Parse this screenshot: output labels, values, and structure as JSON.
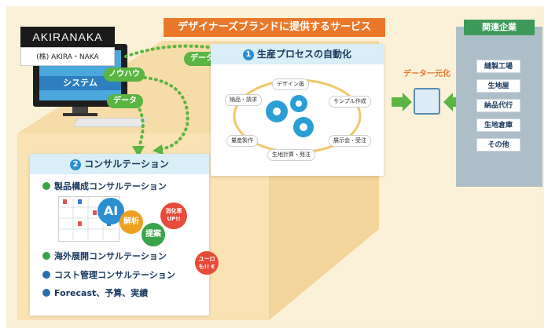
{
  "banner": "デザイナーズブランドに提供するサービス",
  "brand": {
    "name": "AKIRANAKA",
    "company": "(株) AKIRA・NAKA",
    "system": "システム"
  },
  "labels": {
    "data_top": "データ",
    "knowhow": "ノウハウ",
    "data_bottom": "データ"
  },
  "process": {
    "number": "1",
    "title": "生産プロセスの自動化",
    "steps": [
      "デザイン画",
      "サンプル作成",
      "展示会・受注",
      "生地計算・発注",
      "量産製作",
      "納品・請求"
    ]
  },
  "consulting": {
    "number": "2",
    "title": "コンサルテーション",
    "items": [
      {
        "label": "製品構成コンサルテーション",
        "color": "#3aa44a"
      },
      {
        "label": "海外展開コンサルテーション",
        "color": "#3aa44a"
      },
      {
        "label": "コスト管理コンサルテーション",
        "color": "#2a6db3"
      },
      {
        "label": "Forecast、予算、実績",
        "color": "#2a6db3"
      }
    ],
    "bursts": {
      "ai": "AI",
      "analysis": "解析",
      "proposal": "提案",
      "rate_up": "消化率UP!!",
      "euro": "ユーロも!! €"
    }
  },
  "related": {
    "title": "関連企業",
    "companies": [
      "縫製工場",
      "生地屋",
      "納品代行",
      "生地倉庫",
      "その他"
    ]
  },
  "unify_label": "データ一元化",
  "colors": {
    "orange": "#e9782a",
    "green": "#5ab542",
    "blue": "#2a8fd0",
    "navy": "#1c3b60"
  }
}
